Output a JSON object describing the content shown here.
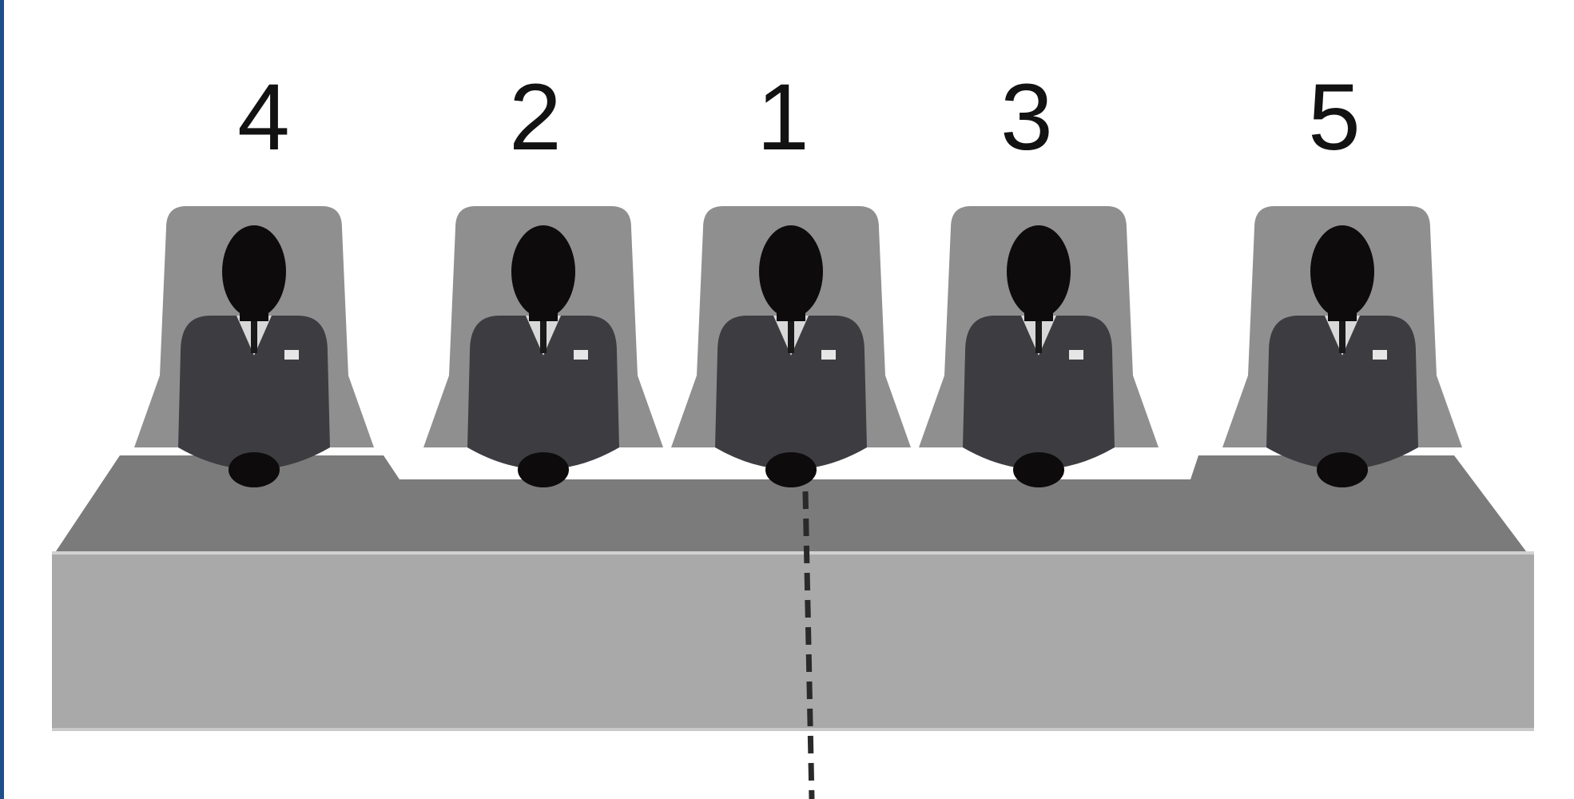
{
  "seats": [
    {
      "label": "4"
    },
    {
      "label": "2"
    },
    {
      "label": "1"
    },
    {
      "label": "3"
    },
    {
      "label": "5"
    }
  ],
  "colors": {
    "table_top": "#7b7b7b",
    "table_front": "#a9a9a9",
    "chair": "#8f8f8f",
    "suit": "#3d3c41",
    "head": "#0d0b0c",
    "divider_line": "#2a2a2a",
    "left_edge": "#1f4f8a"
  }
}
